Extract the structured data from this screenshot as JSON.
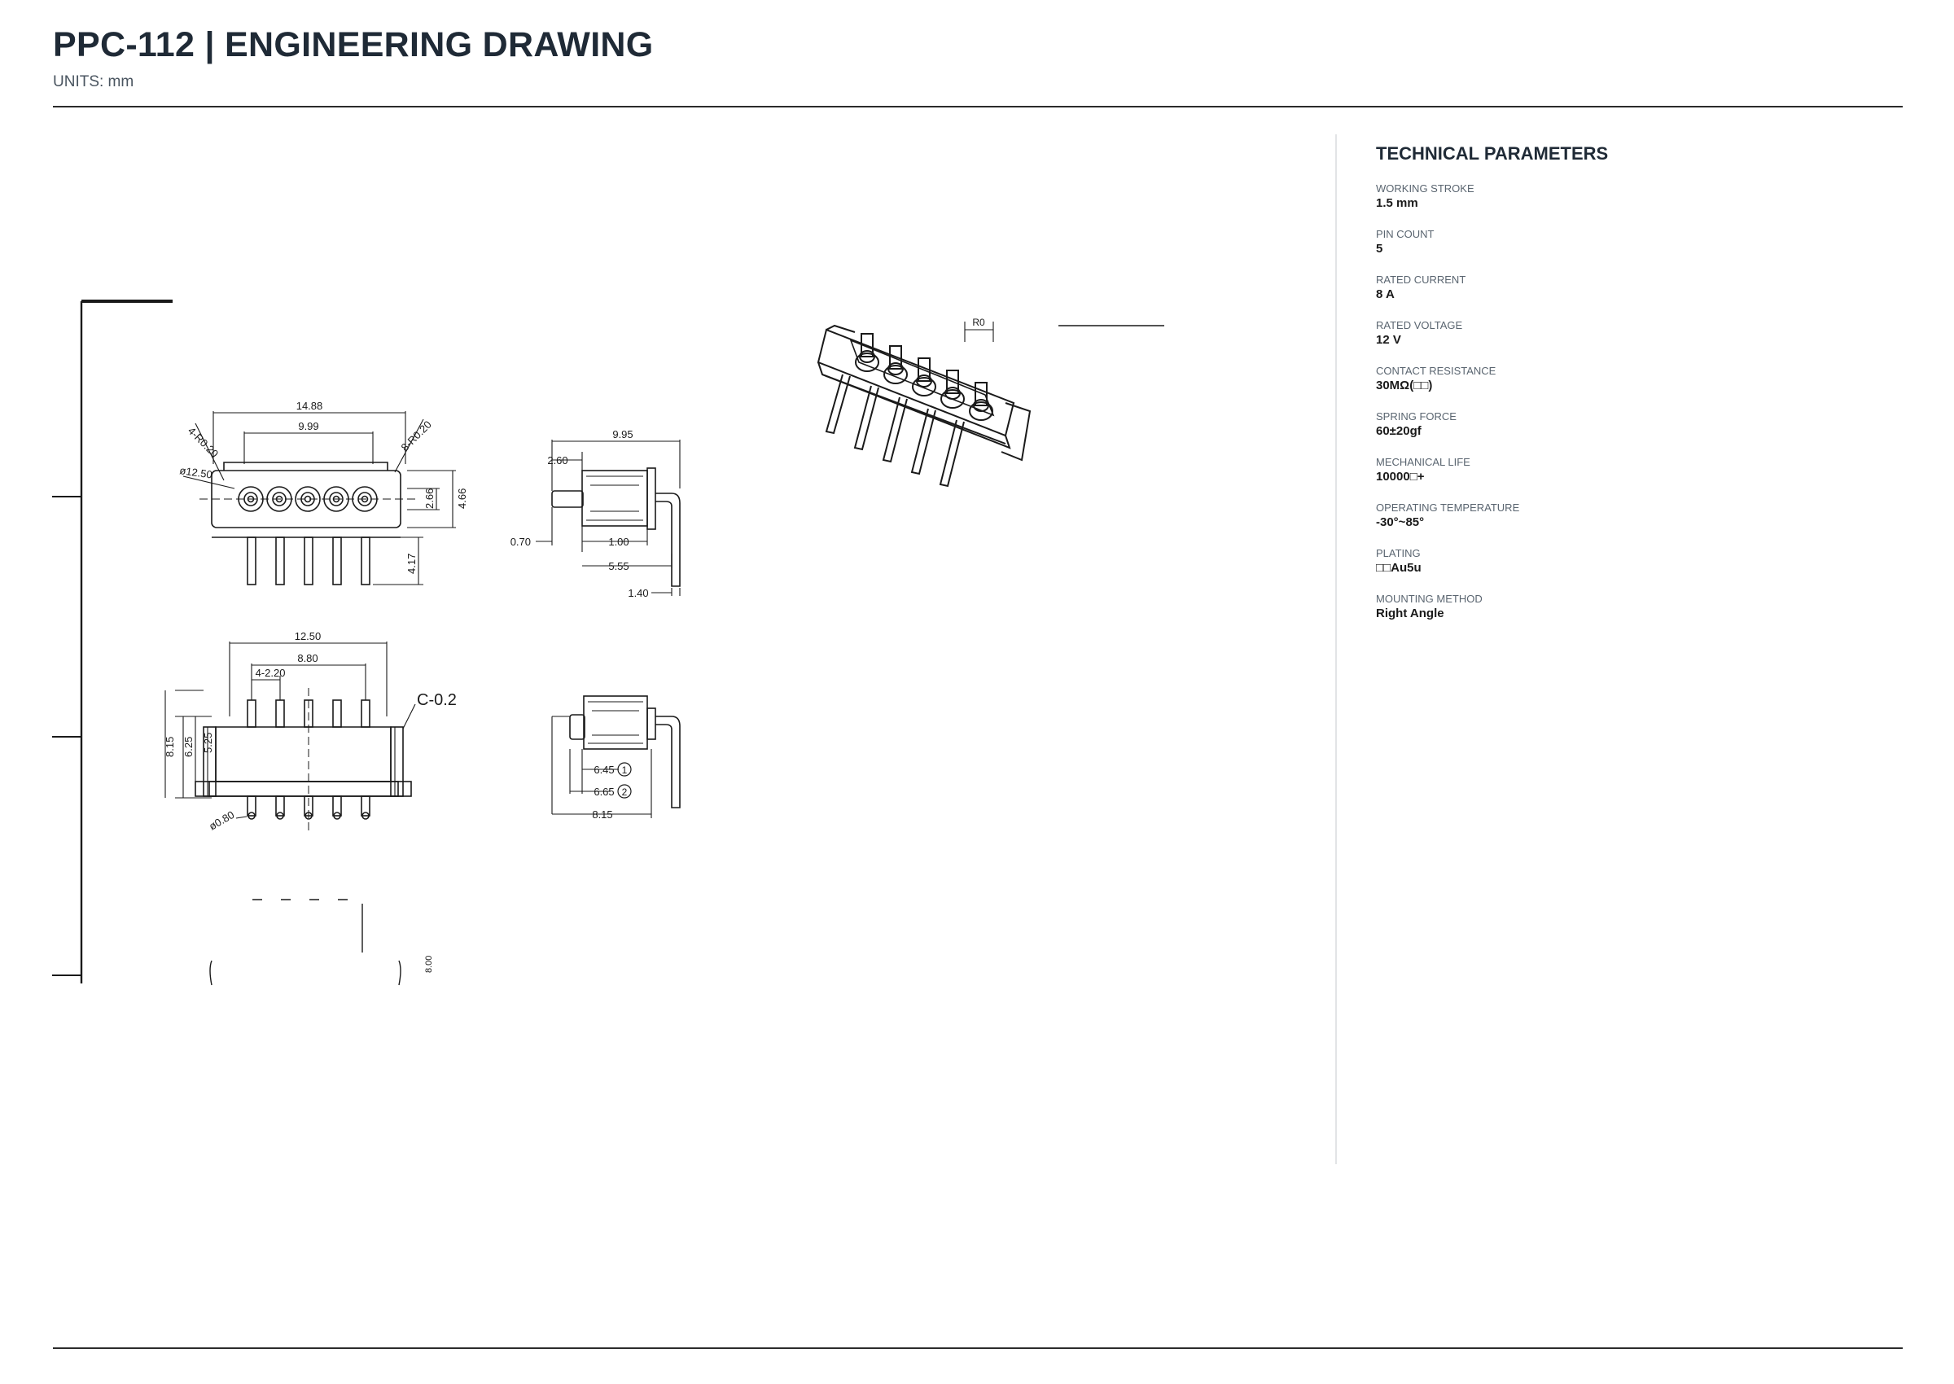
{
  "header": {
    "title": "PPC-112  |  ENGINEERING DRAWING",
    "units": "UNITS: mm"
  },
  "parameters": {
    "title": "TECHNICAL PARAMETERS",
    "items": [
      {
        "label": "WORKING STROKE",
        "value": "1.5 mm"
      },
      {
        "label": "PIN COUNT",
        "value": "5"
      },
      {
        "label": "RATED CURRENT",
        "value": "8 A"
      },
      {
        "label": "RATED VOLTAGE",
        "value": "12 V"
      },
      {
        "label": "CONTACT RESISTANCE",
        "value": "30MΩ(□□)"
      },
      {
        "label": "SPRING FORCE",
        "value": "60±20gf"
      },
      {
        "label": "MECHANICAL LIFE",
        "value": "10000□+"
      },
      {
        "label": "OPERATING TEMPERATURE",
        "value": "-30°~85°"
      },
      {
        "label": "PLATING",
        "value": "□□Au5u"
      },
      {
        "label": "MOUNTING METHOD",
        "value": "Right Angle"
      }
    ]
  },
  "drawing": {
    "front": {
      "width_overall": "14.88",
      "width_inner": "9.99",
      "radius_left": "4-R0.20",
      "radius_right": "8-R0.20",
      "diameter": "ø12.50",
      "height_inner": "2.66",
      "height_outer": "4.66",
      "pin_length": "4.17"
    },
    "side_top": {
      "width": "9.95",
      "offset": "2.60",
      "pin_dia": "0.70",
      "step": "1.00",
      "length": "5.55",
      "thickness": "1.40"
    },
    "bottom": {
      "width": "12.50",
      "pitch_total": "8.80",
      "pitch": "4-2.20",
      "chamfer": "C-0.2",
      "h_total": "8.15",
      "h_mid": "6.25",
      "h_body": "5.25",
      "pin_dia": "ø0.80"
    },
    "side_bottom": {
      "d1": "6.45",
      "d2": "6.65",
      "d3": "8.15",
      "m1": "1",
      "m2": "2"
    },
    "misc": {
      "iso_dim": "R0",
      "small_tag": "8.00"
    }
  }
}
